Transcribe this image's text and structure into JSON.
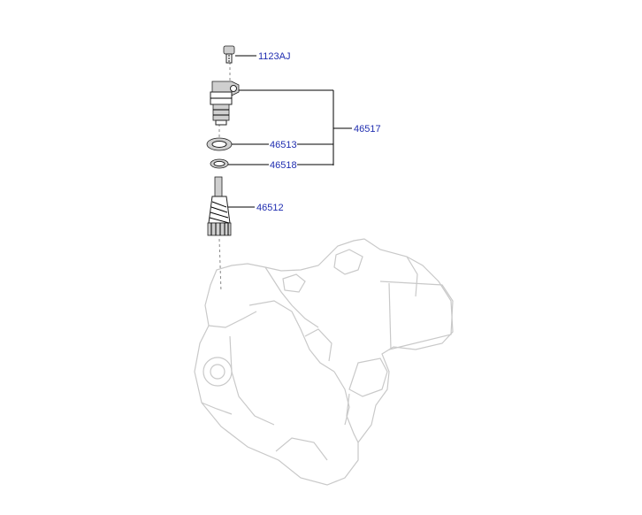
{
  "labels": {
    "bolt": "1123AJ",
    "sensor_assembly": "46517",
    "oring_large": "46513",
    "oring_small": "46518",
    "driven_gear": "46512"
  },
  "colors": {
    "callout_text": "#1f2db0",
    "leader_line": "#000000",
    "ghost_outline": "#c9c9c9"
  }
}
